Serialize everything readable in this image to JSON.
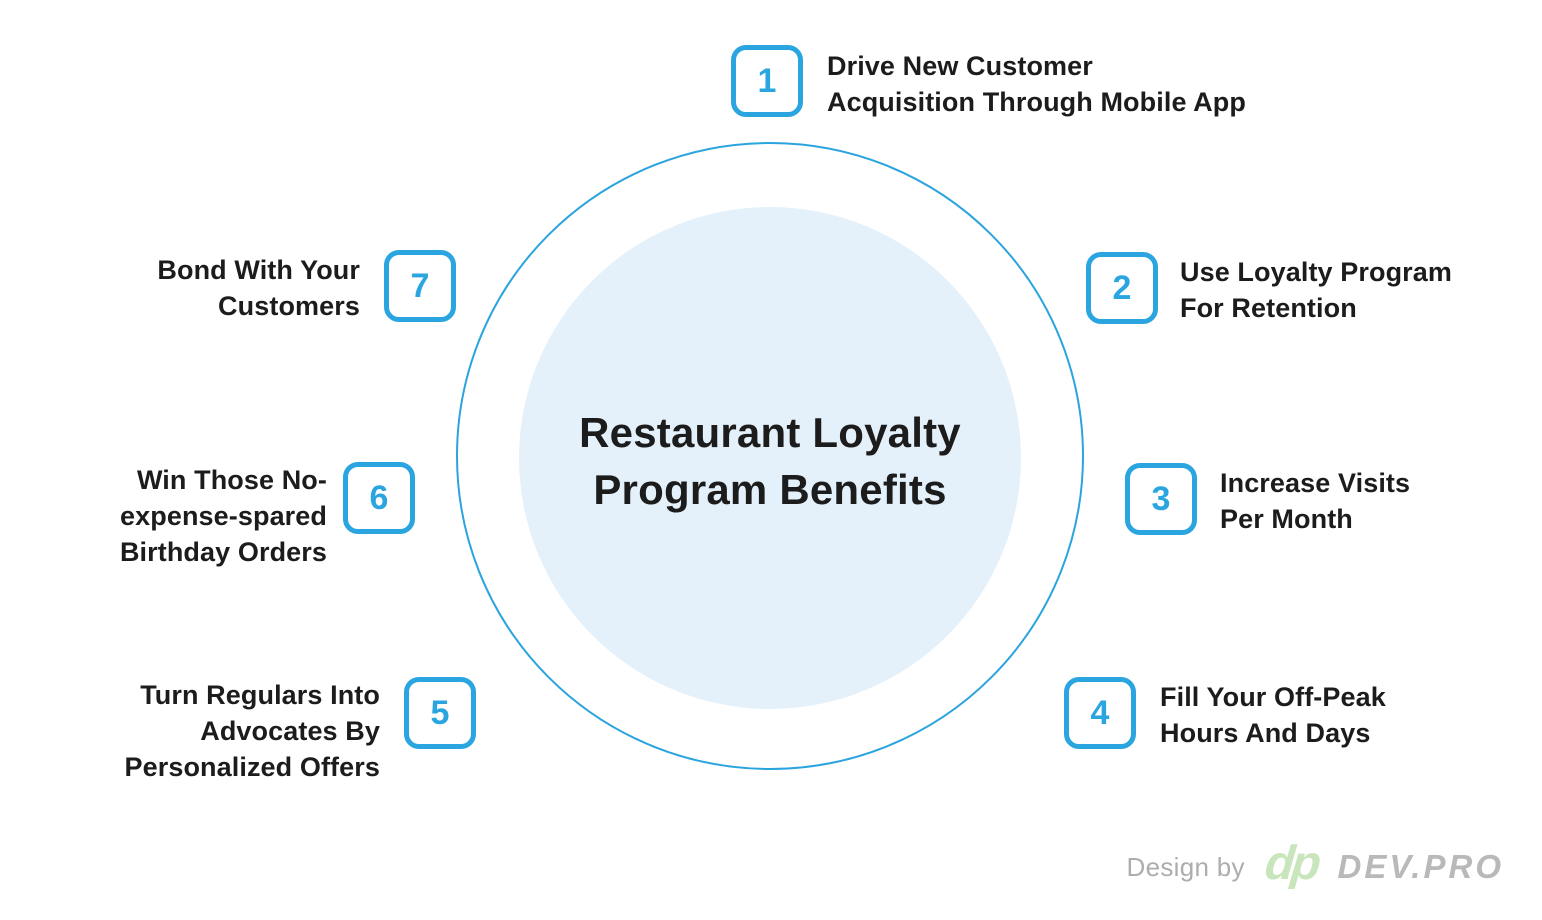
{
  "colors": {
    "accent_blue": "#2aa5e0",
    "ring_blue": "#2ba4de",
    "circle_fill": "#e4f1fa",
    "text_dark": "#1c1c1c",
    "credit_gray": "#adadad",
    "logo_green": "#c9e5bc"
  },
  "center": {
    "title_line1": "Restaurant Loyalty",
    "title_line2": "Program Benefits"
  },
  "items": [
    {
      "number": "1",
      "lines": [
        "Drive New Customer",
        "Acquisition Through Mobile App"
      ]
    },
    {
      "number": "2",
      "lines": [
        "Use Loyalty Program",
        "For Retention"
      ]
    },
    {
      "number": "3",
      "lines": [
        "Increase Visits",
        "Per Month"
      ]
    },
    {
      "number": "4",
      "lines": [
        "Fill Your Off-Peak",
        "Hours And Days"
      ]
    },
    {
      "number": "5",
      "lines": [
        "Turn Regulars Into",
        "Advocates By",
        "Personalized Offers"
      ]
    },
    {
      "number": "6",
      "lines": [
        "Win Those No-",
        "expense-spared",
        "Birthday Orders"
      ]
    },
    {
      "number": "7",
      "lines": [
        "Bond With Your",
        "Customers"
      ]
    }
  ],
  "footer": {
    "design_by": "Design by",
    "logo_glyph": "dp",
    "brand": "DEV.PRO"
  }
}
